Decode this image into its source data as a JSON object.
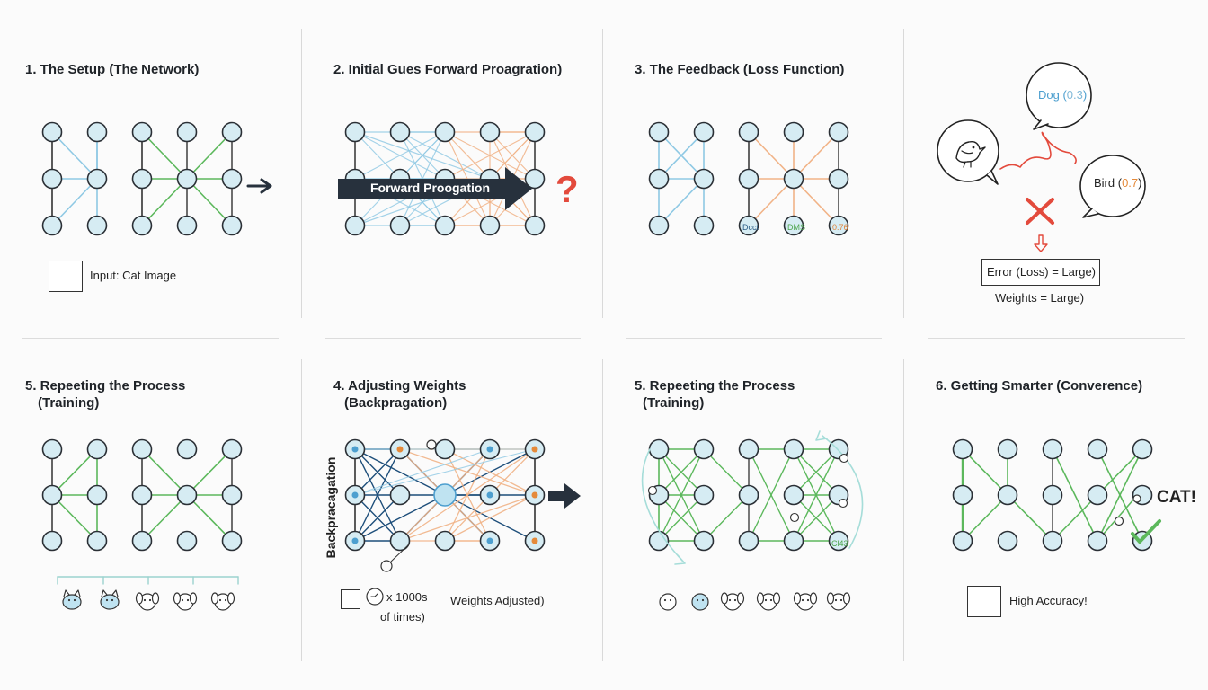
{
  "panels": {
    "p1": {
      "title": "1. The Setup (The Network)",
      "caption": "Input: Cat Image"
    },
    "p2": {
      "title": "2. Initial Gues Forward Proagration)",
      "arrow_label": "Forward Proogation",
      "question_mark": "?"
    },
    "p3": {
      "title": "3. The Feedback (Loss Function)",
      "output_labels": [
        "Dcct",
        "DMS",
        "0.76"
      ]
    },
    "p4": {
      "bubble_dog": "Dog (",
      "bubble_dog_value": "0.3",
      "bubble_dog_close": ")",
      "bubble_bird": "Bird (",
      "bubble_bird_value": "0.7",
      "bubble_bird_close": ")",
      "error_box": "Error (Loss) = Large)",
      "weights_text": "Weights = Large)"
    },
    "p5": {
      "title_line1": "5. Repeeting the Process",
      "title_line2": "(Training)"
    },
    "p6": {
      "title_line1": "4. Adjusting Weights",
      "title_line2": "(Backpragation)",
      "side_label": "Backpracagation",
      "count_text": "x 1000s",
      "count_text2": "of times)",
      "adjusted_text": "Weights Adjusted)"
    },
    "p7": {
      "title_line1": "5. Repeeting the Process",
      "title_line2": "(Training)",
      "node_label": "Cl43"
    },
    "p8": {
      "title": "6. Getting Smarter (Converence)",
      "result": "CAT!",
      "caption": "High Accuracy!"
    }
  },
  "colors": {
    "node_fill": "#d6ecf3",
    "node_stroke": "#2a2f35",
    "blue_line": "#8fc9e4",
    "green_line": "#5cb85c",
    "orange_line": "#f1b387",
    "dark_blue": "#1d4e7a",
    "arrow_dark": "#27313d",
    "red": "#e34a3c",
    "accent_blue": "#4d9fcf",
    "accent_orange": "#e58a3a",
    "accent_green": "#5cb85c"
  },
  "icons": [
    "cat-icon",
    "bird-icon",
    "dog-icon",
    "red-x-icon",
    "down-arrow-icon",
    "check-icon",
    "question-mark-icon",
    "list-icon",
    "clock-icon"
  ]
}
